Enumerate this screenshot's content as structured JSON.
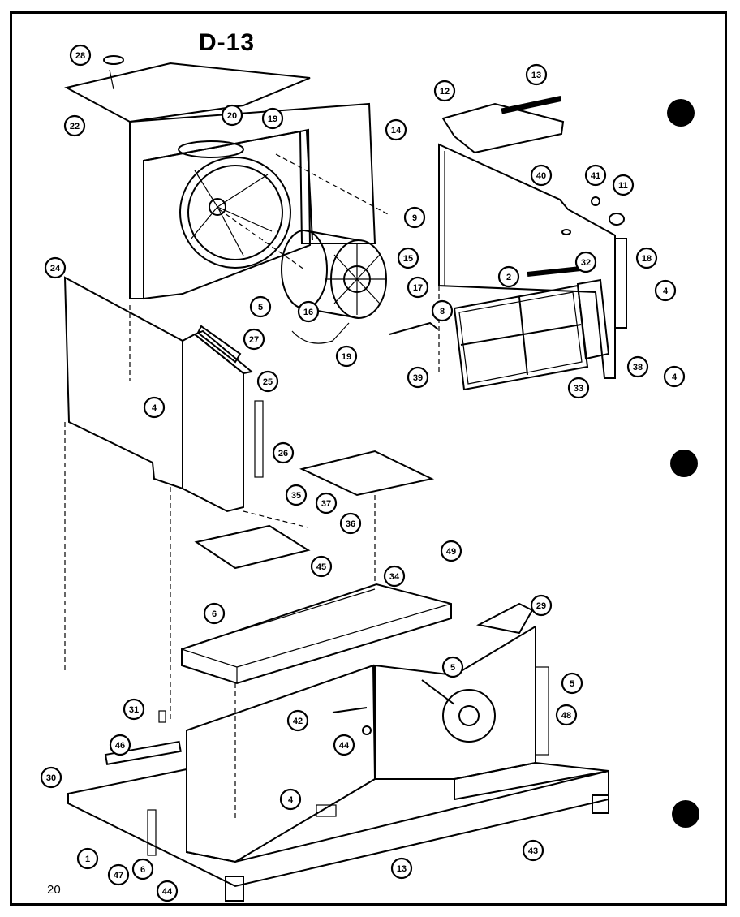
{
  "title": "D-13",
  "page_number": "20",
  "callouts": [
    {
      "label": "28"
    },
    {
      "label": "22"
    },
    {
      "label": "20"
    },
    {
      "label": "19"
    },
    {
      "label": "14"
    },
    {
      "label": "12"
    },
    {
      "label": "13"
    },
    {
      "label": "40"
    },
    {
      "label": "41"
    },
    {
      "label": "11"
    },
    {
      "label": "9"
    },
    {
      "label": "15"
    },
    {
      "label": "24"
    },
    {
      "label": "16"
    },
    {
      "label": "17"
    },
    {
      "label": "5"
    },
    {
      "label": "2"
    },
    {
      "label": "32"
    },
    {
      "label": "18"
    },
    {
      "label": "4"
    },
    {
      "label": "8"
    },
    {
      "label": "27"
    },
    {
      "label": "19"
    },
    {
      "label": "39"
    },
    {
      "label": "38"
    },
    {
      "label": "4"
    },
    {
      "label": "33"
    },
    {
      "label": "25"
    },
    {
      "label": "4"
    },
    {
      "label": "26"
    },
    {
      "label": "35"
    },
    {
      "label": "49"
    },
    {
      "label": "37"
    },
    {
      "label": "36"
    },
    {
      "label": "45"
    },
    {
      "label": "48"
    },
    {
      "label": "34"
    },
    {
      "label": "6"
    },
    {
      "label": "29"
    },
    {
      "label": "5"
    },
    {
      "label": "5"
    },
    {
      "label": "31"
    },
    {
      "label": "42"
    },
    {
      "label": "46"
    },
    {
      "label": "44"
    },
    {
      "label": "30"
    },
    {
      "label": "4"
    },
    {
      "label": "43"
    },
    {
      "label": "1"
    },
    {
      "label": "47"
    },
    {
      "label": "6"
    },
    {
      "label": "13"
    },
    {
      "label": "44"
    },
    {
      "label": "46"
    }
  ]
}
